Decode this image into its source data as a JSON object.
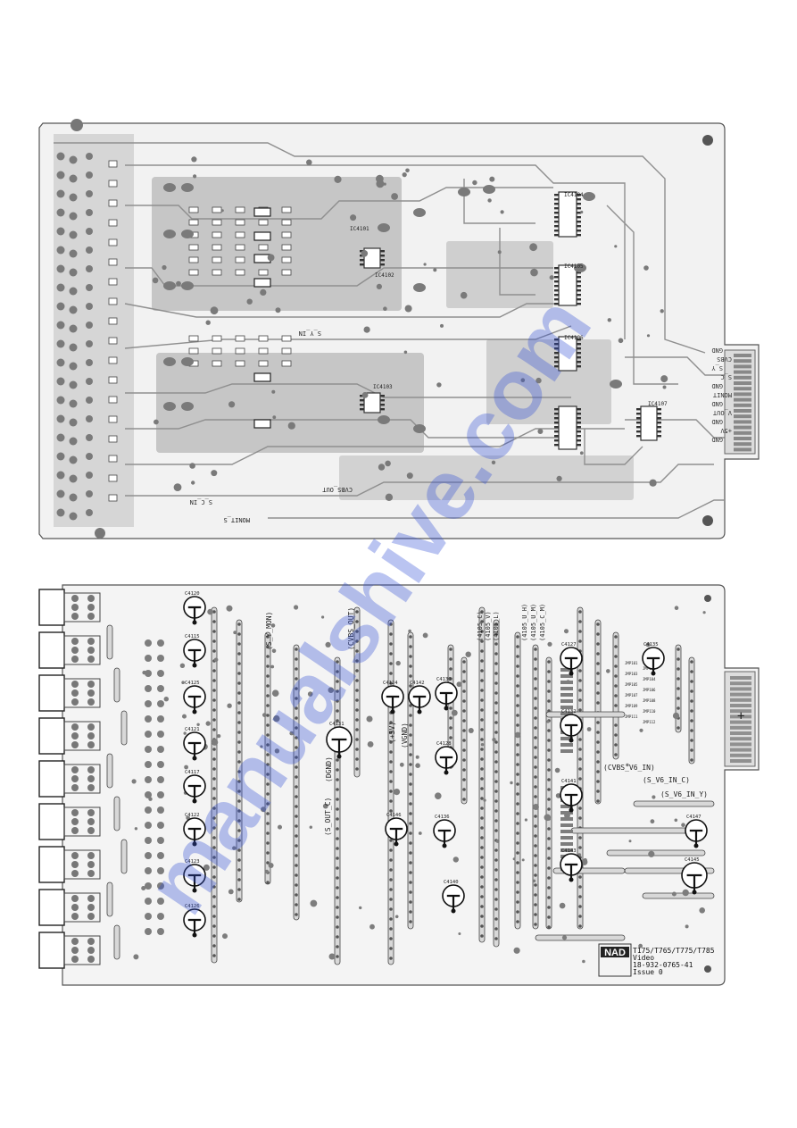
{
  "top_board": {
    "ic_labels": [
      "IC4101",
      "IC4102",
      "IC4103",
      "IC4104",
      "IC4105",
      "IC4106",
      "IC4107"
    ],
    "net_labels": [
      "S_Y_IN",
      "CVBS_OUT",
      "S_C_IN",
      "MONIT_S"
    ],
    "connector_pins": [
      "GND",
      "CVBS",
      "S_Y",
      "S_C",
      "GND",
      "MONIT",
      "GND",
      "V_OUT",
      "GND",
      "+5V",
      "GND"
    ]
  },
  "bottom_board": {
    "capacitors": [
      "C4120",
      "C4115",
      "C4125",
      "C4121",
      "C4117",
      "C4122",
      "C4123",
      "C4126",
      "C4130",
      "C4128",
      "C4140",
      "C4131",
      "C4124",
      "C4127",
      "C4132",
      "C4135",
      "C4141",
      "C4147",
      "C4143",
      "C4136",
      "C4146",
      "C4142",
      "C4145"
    ],
    "net_labels_vertical": [
      "(S_Y_MON)",
      "(CVBS_OUT)",
      "(+5V)",
      "(VGND)",
      "(DGND)",
      "(S_OUT_C)",
      "(4105_C)",
      "(4105_V)",
      "(4105_L)",
      "(4105_U_H)",
      "(4105_U_M)",
      "(4105_C_M)"
    ],
    "net_labels_horizontal": [
      "(CVBS_V6_IN)",
      "(S_V6_IN_C)",
      "(S_V6_IN_Y)"
    ],
    "jumpers": [
      "JMP101",
      "JMP102",
      "JMP103",
      "JMP104",
      "JMP105",
      "JMP106",
      "JMP107",
      "JMP108",
      "JMP109",
      "JMP110",
      "JMP111",
      "JMP112"
    ],
    "plus_mark": "+"
  },
  "title_block": {
    "brand": "NAD",
    "models": "T175/T765/T775/T785",
    "board": "Video",
    "part_no": "18-932-0765-41",
    "issue": "Issue 0"
  },
  "watermark": "manualshive.com",
  "colors": {
    "board_fill": "#f2f2f2",
    "board_outline": "#555555",
    "copper": "#b4b4b4",
    "pad": "#7a7a7a",
    "trace": "#8f8f8f",
    "watermark": "#2d4bd6"
  }
}
